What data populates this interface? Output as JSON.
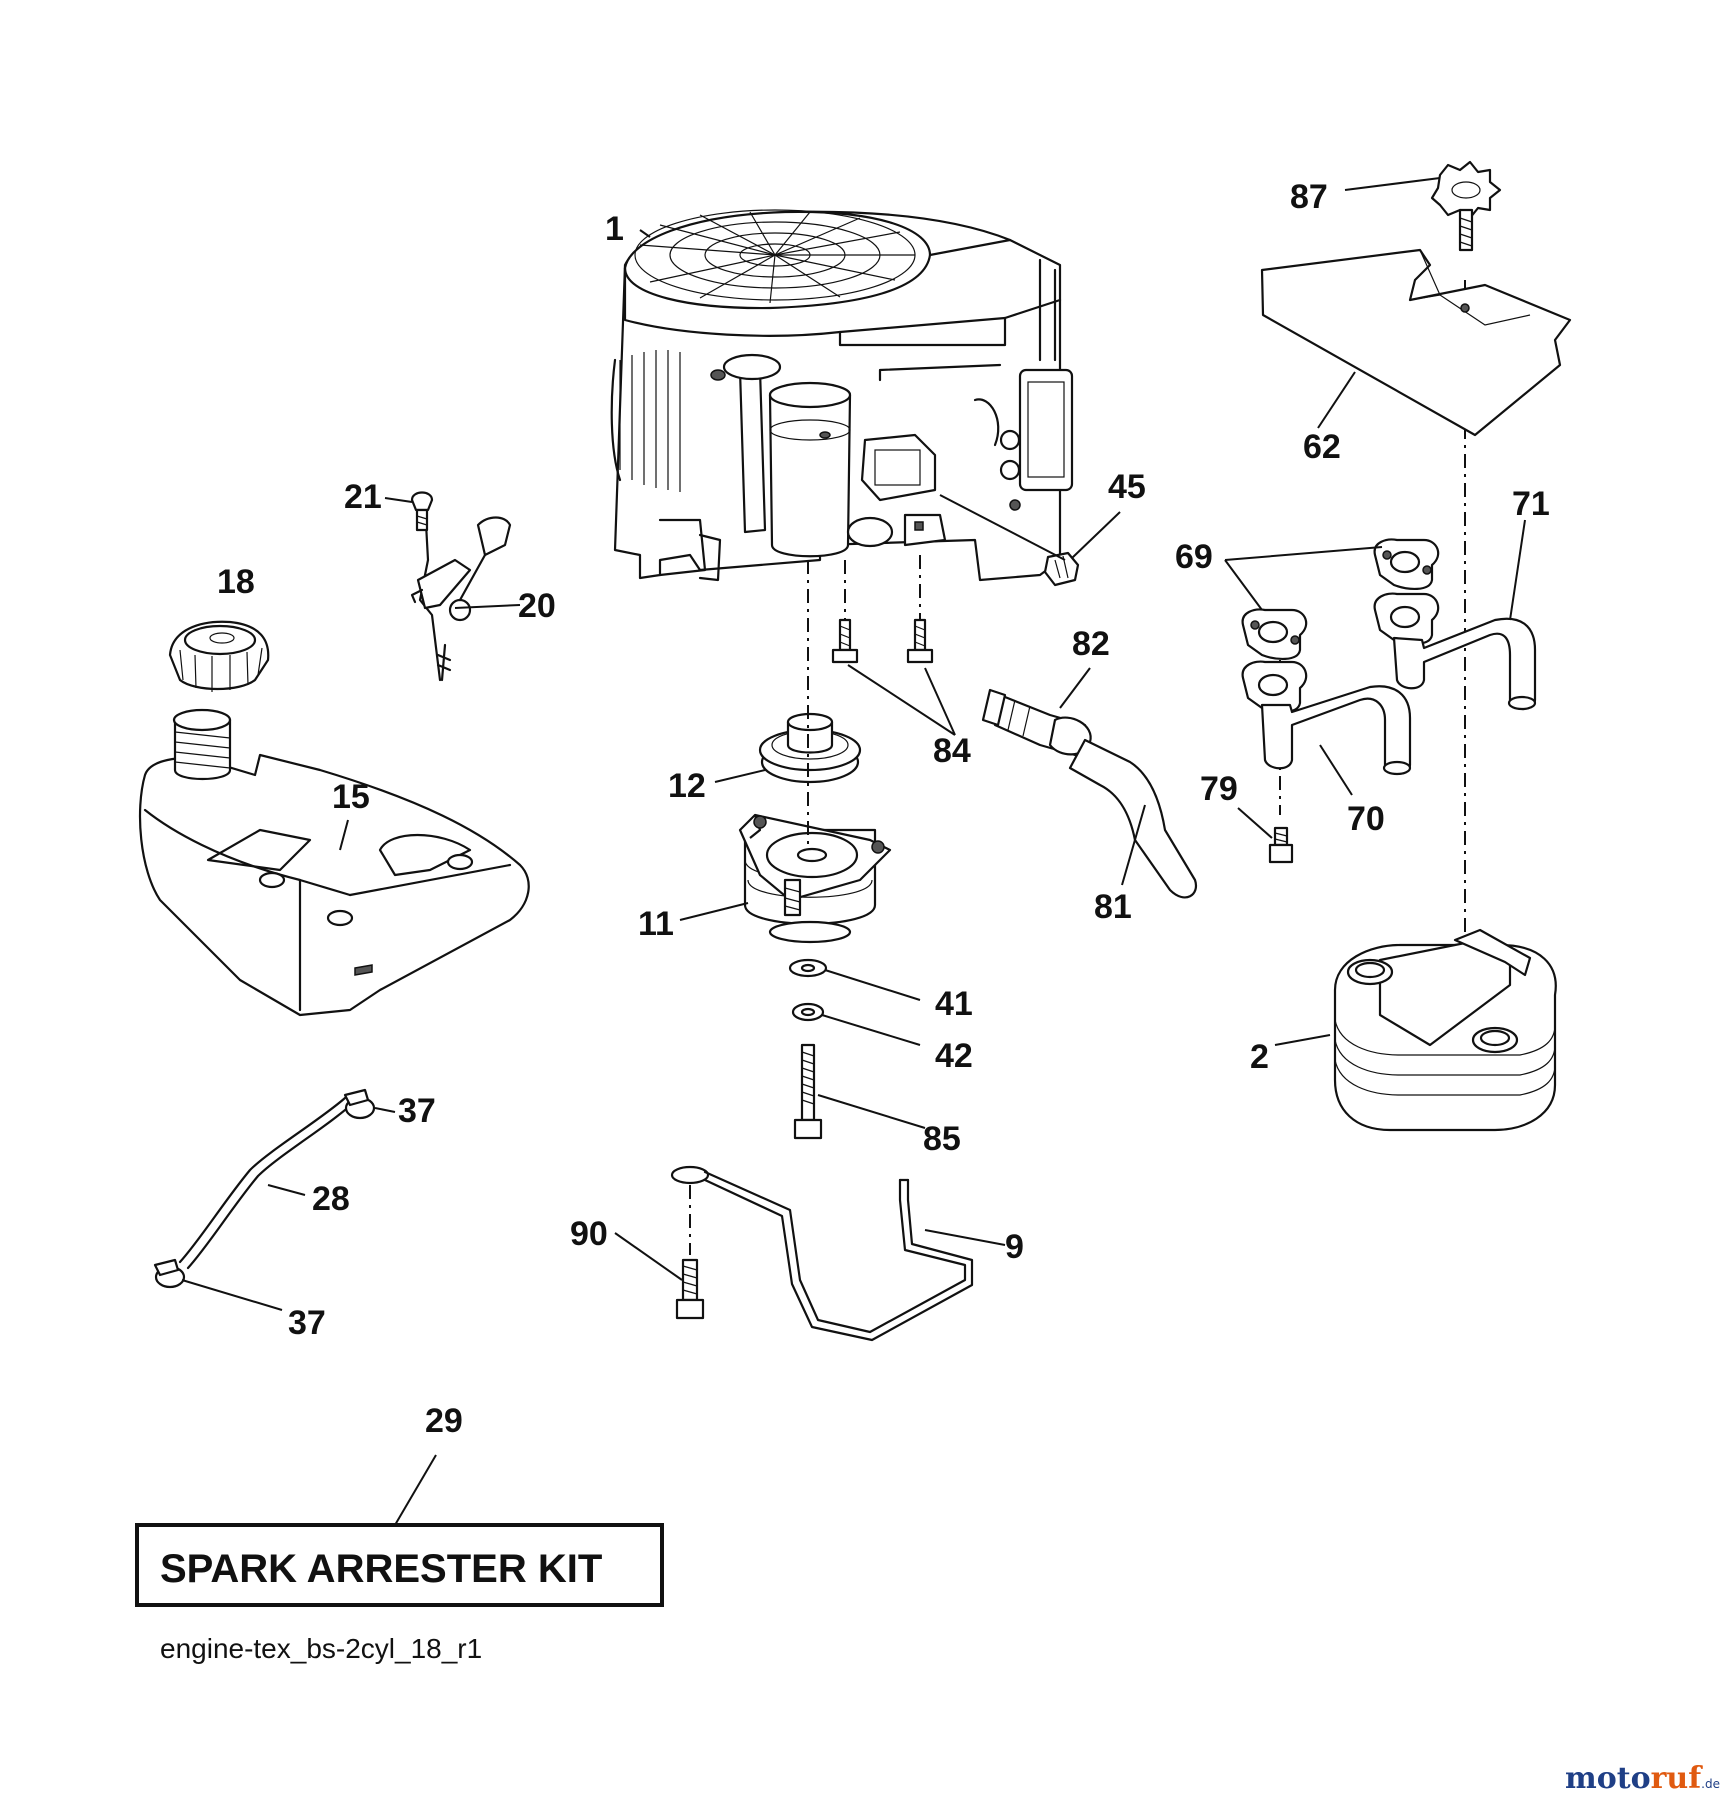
{
  "diagram": {
    "callouts": {
      "c1": "1",
      "c2": "2",
      "c9": "9",
      "c11": "11",
      "c12": "12",
      "c15": "15",
      "c18": "18",
      "c20": "20",
      "c21": "21",
      "c28": "28",
      "c29": "29",
      "c37a": "37",
      "c37b": "37",
      "c41": "41",
      "c42": "42",
      "c45": "45",
      "c62": "62",
      "c69": "69",
      "c70": "70",
      "c71": "71",
      "c79": "79",
      "c81": "81",
      "c82": "82",
      "c84": "84",
      "c85": "85",
      "c87": "87",
      "c90": "90"
    },
    "kit_label": "SPARK ARRESTER KIT",
    "figure_id": "engine-tex_bs-2cyl_18_r1"
  },
  "watermark": {
    "brand_blue": "moto",
    "brand_orange": "ruf",
    "domain": ".de",
    "colors": {
      "blue": "#1f3f86",
      "orange": "#e05a10"
    }
  }
}
